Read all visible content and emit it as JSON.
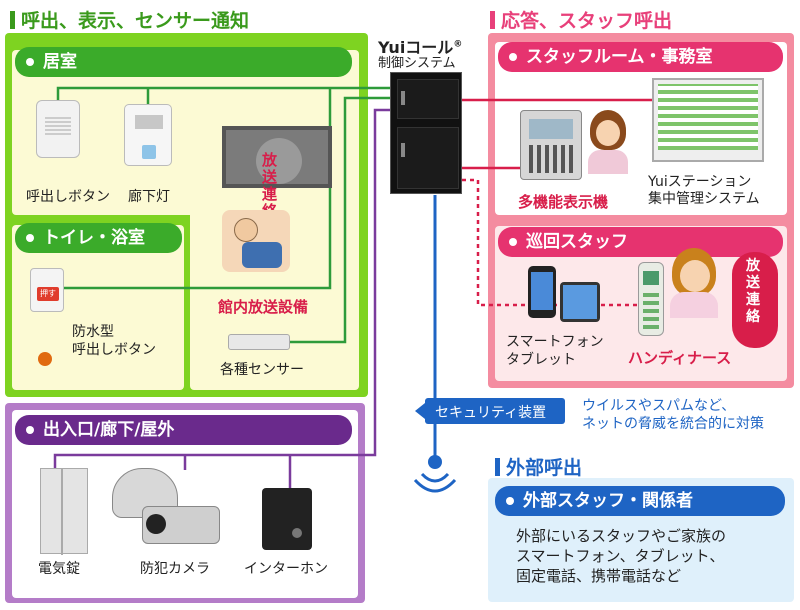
{
  "sections": {
    "call_display": "呼出、表示、センサー通知",
    "response": "応答、スタッフ呼出",
    "external": "外部呼出"
  },
  "groups": {
    "room": "居室",
    "toilet": "トイレ・浴室",
    "entrance": "出入口/廊下/屋外",
    "staff_room": "スタッフルーム・事務室",
    "patrol": "巡回スタッフ",
    "external_staff": "外部スタッフ・関係者"
  },
  "devices": {
    "call_button": "呼出しボタン",
    "corridor_light": "廊下灯",
    "waterproof_button_line1": "防水型",
    "waterproof_button_line2": "呼出しボタン",
    "push_label": "押す",
    "pa_system": "館内放送設備",
    "broadcast_bubble": "放送連絡",
    "sensors": "各種センサー",
    "electric_lock": "電気錠",
    "security_camera": "防犯カメラ",
    "intercom": "インターホン",
    "multi_display": "多機能表示機",
    "station_line1": "Yuiステーション",
    "station_line2": "集中管理システム",
    "smartphone_line1": "スマートフォン",
    "smartphone_line2": "タブレット",
    "handy_nurse": "ハンディナース",
    "control_brand": "Yuiコール",
    "control_brand_mark": "®",
    "control_system": "制御システム"
  },
  "security": {
    "label": "セキュリティ装置",
    "desc_line1": "ウイルスやスパムなど、",
    "desc_line2": "ネットの脅威を統合的に対策"
  },
  "external_desc": {
    "line1": "外部にいるスタッフやご家族の",
    "line2": "スマートフォン、タブレット、",
    "line3": "固定電話、携帯電話など"
  },
  "colors": {
    "green": "#7ed321",
    "green_panel": "#fcfad4",
    "green_pill": "#3bab2a",
    "pink": "#f48ca0",
    "pink_panel": "#fde8ea",
    "pink_pill": "#e6336f",
    "purple": "#9b4fb0",
    "purple_pill": "#6a2a8c",
    "blue": "#1e6fc4",
    "blue_panel": "#dff0fb",
    "line_green": "#2e9b3a",
    "line_purple": "#7a3b9c",
    "line_red": "#d81e4a",
    "line_blue": "#1e64c4"
  }
}
